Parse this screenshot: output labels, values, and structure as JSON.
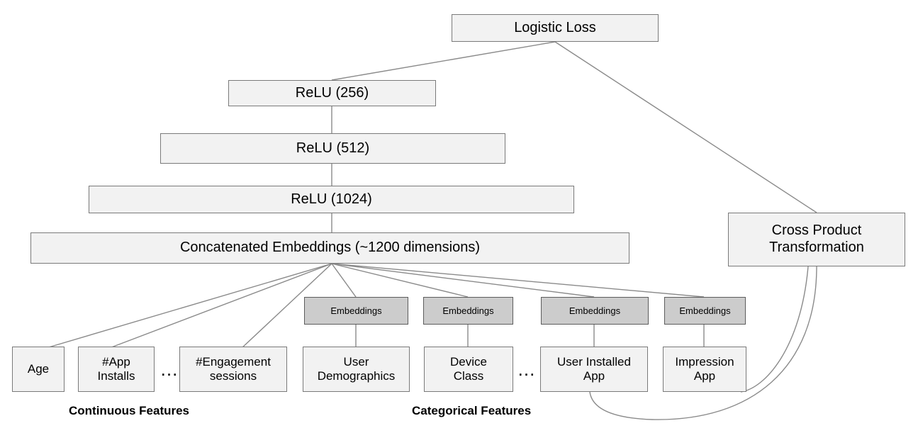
{
  "diagram": {
    "title_node": {
      "label": "Logistic Loss"
    },
    "hidden_layers": [
      {
        "label": "ReLU (256)"
      },
      {
        "label": "ReLU (512)"
      },
      {
        "label": "ReLU (1024)"
      }
    ],
    "concat": {
      "label": "Concatenated Embeddings (~1200 dimensions)"
    },
    "cross_product": {
      "label": "Cross Product\nTransformation",
      "line1": "Cross Product",
      "line2": "Transformation"
    },
    "embedding_boxes": [
      {
        "label": "Embeddings"
      },
      {
        "label": "Embeddings"
      },
      {
        "label": "Embeddings"
      },
      {
        "label": "Embeddings"
      }
    ],
    "continuous_features": [
      {
        "label": "Age",
        "line1": "Age",
        "line2": ""
      },
      {
        "label": "#App Installs",
        "line1": "#App",
        "line2": "Installs"
      },
      {
        "label": "#Engagement sessions",
        "line1": "#Engagement",
        "line2": "sessions"
      }
    ],
    "categorical_features": [
      {
        "label": "User Demographics",
        "line1": "User",
        "line2": "Demographics"
      },
      {
        "label": "Device Class",
        "line1": "Device",
        "line2": "Class"
      },
      {
        "label": "User Installed App",
        "line1": "User Installed",
        "line2": "App"
      },
      {
        "label": "Impression App",
        "line1": "Impression",
        "line2": "App"
      }
    ],
    "ellipses": [
      {
        "text": "..."
      },
      {
        "text": "..."
      }
    ],
    "group_labels": [
      {
        "text": "Continuous Features"
      },
      {
        "text": "Categorical Features"
      }
    ],
    "colors": {
      "light_fill": "#f2f2f2",
      "dark_fill": "#cccccc",
      "border": "#808080",
      "edge": "#8a8a8a",
      "text": "#000000",
      "background": "#ffffff"
    }
  }
}
